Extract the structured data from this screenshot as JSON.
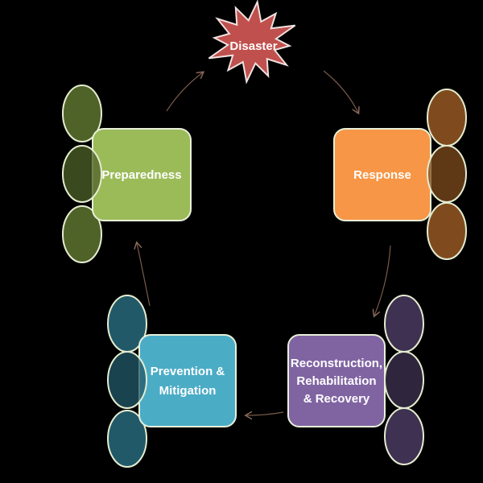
{
  "diagram": {
    "title": "Disaster",
    "stages": [
      {
        "label_lines": [
          "Preparedness"
        ],
        "color": "#9bbb59",
        "circle_color": "#4f6228"
      },
      {
        "label_lines": [
          "Response"
        ],
        "color": "#f79646",
        "circle_color": "#7f4b1e"
      },
      {
        "label_lines": [
          "Reconstruction,",
          "Rehabilitation",
          "& Recovery"
        ],
        "color": "#8064a2",
        "circle_color": "#3f3151"
      },
      {
        "label_lines": [
          "Prevention &",
          "Mitigation"
        ],
        "color": "#4bacc6",
        "circle_color": "#215968"
      }
    ],
    "disaster_color": "#c0504d"
  }
}
